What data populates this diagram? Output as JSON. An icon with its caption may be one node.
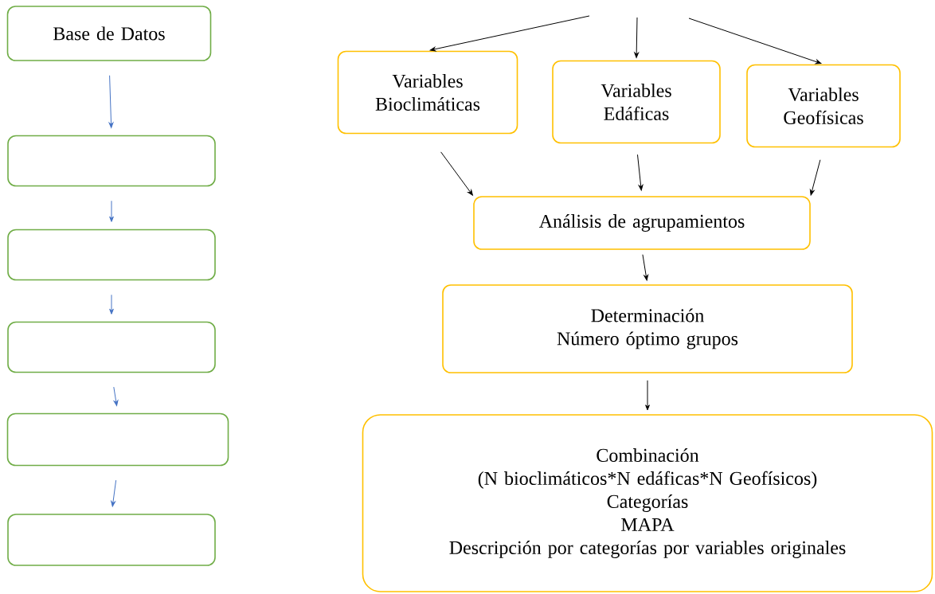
{
  "diagram": {
    "nodes": [
      {
        "text": [
          "Base de Datos"
        ]
      },
      {
        "text": [],
        "shape": "box"
      },
      {
        "text": [],
        "shape": "box"
      },
      {
        "text": [],
        "shape": "box"
      },
      {
        "text": [],
        "shape": "box"
      },
      {
        "text": [],
        "shape": "box"
      },
      {
        "text": [
          "Variables Bioclimáticas"
        ]
      },
      {
        "text": [
          "Variables Edáficas"
        ]
      },
      {
        "text": [
          "Variables Geofísicas"
        ]
      },
      {
        "text": [
          "Análisis de agrupamientos"
        ]
      },
      {
        "text": [
          "Determinación",
          "Número óptimo grupos"
        ]
      },
      {
        "text": [
          "Combinación",
          "(N bioclimáticos*N edáficas*N Geofísicos)",
          "Categorías",
          "MAPA",
          "Descripción por categorías por variables originales"
        ]
      }
    ],
    "edges": [
      {
        "from": 0,
        "to": 1,
        "arrow": "to",
        "color": "#4472c4"
      },
      {
        "from": 1,
        "to": 2,
        "arrow": "to",
        "color": "#4472c4"
      },
      {
        "from": 2,
        "to": 3,
        "arrow": "to",
        "color": "#4472c4"
      },
      {
        "from": 3,
        "to": 4,
        "arrow": "to",
        "color": "#4472c4"
      },
      {
        "from": 4,
        "to": 5,
        "arrow": "to",
        "color": "#4472c4"
      },
      {
        "from": null,
        "to": 6,
        "arrow": "to"
      },
      {
        "from": null,
        "to": 7,
        "arrow": "to"
      },
      {
        "from": null,
        "to": 8,
        "arrow": "to"
      },
      {
        "from": 6,
        "to": 9,
        "arrow": "to"
      },
      {
        "from": 7,
        "to": 9,
        "arrow": "to"
      },
      {
        "from": 8,
        "to": 9,
        "arrow": "to"
      },
      {
        "from": 9,
        "to": 10,
        "arrow": "to"
      },
      {
        "from": 10,
        "to": 11,
        "arrow": "to"
      }
    ]
  }
}
